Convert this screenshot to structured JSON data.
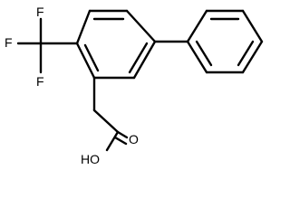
{
  "molecule": {
    "atoms": {
      "f1": "F",
      "f2": "F",
      "f3": "F",
      "carbonyl_o": "O",
      "hydroxyl": "HO"
    }
  }
}
